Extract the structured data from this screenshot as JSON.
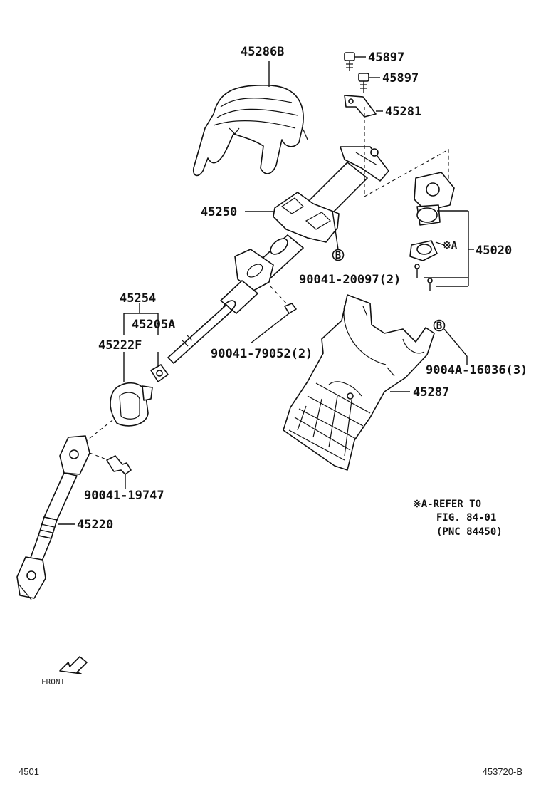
{
  "labels": {
    "p45286B": "45286B",
    "p45897a": "45897",
    "p45897b": "45897",
    "p45281": "45281",
    "p45250": "45250",
    "p45020": "45020",
    "p90041_20097": "90041-20097(2)",
    "p45254": "45254",
    "p45205A": "45205A",
    "p45222F": "45222F",
    "p90041_79052": "90041-79052(2)",
    "p9004A_16036": "9004A-16036(3)",
    "p45287": "45287",
    "p90041_19747": "90041-19747",
    "p45220": "45220",
    "refA": "※A"
  },
  "markers": {
    "b1": "B",
    "b2": "B"
  },
  "note": {
    "line1": "※A-REFER TO",
    "line2": "FIG. 84-01",
    "line3": "(PNC 84450)"
  },
  "front_label": "FRONT",
  "footer": {
    "left": "4501",
    "right": "453720-B"
  }
}
